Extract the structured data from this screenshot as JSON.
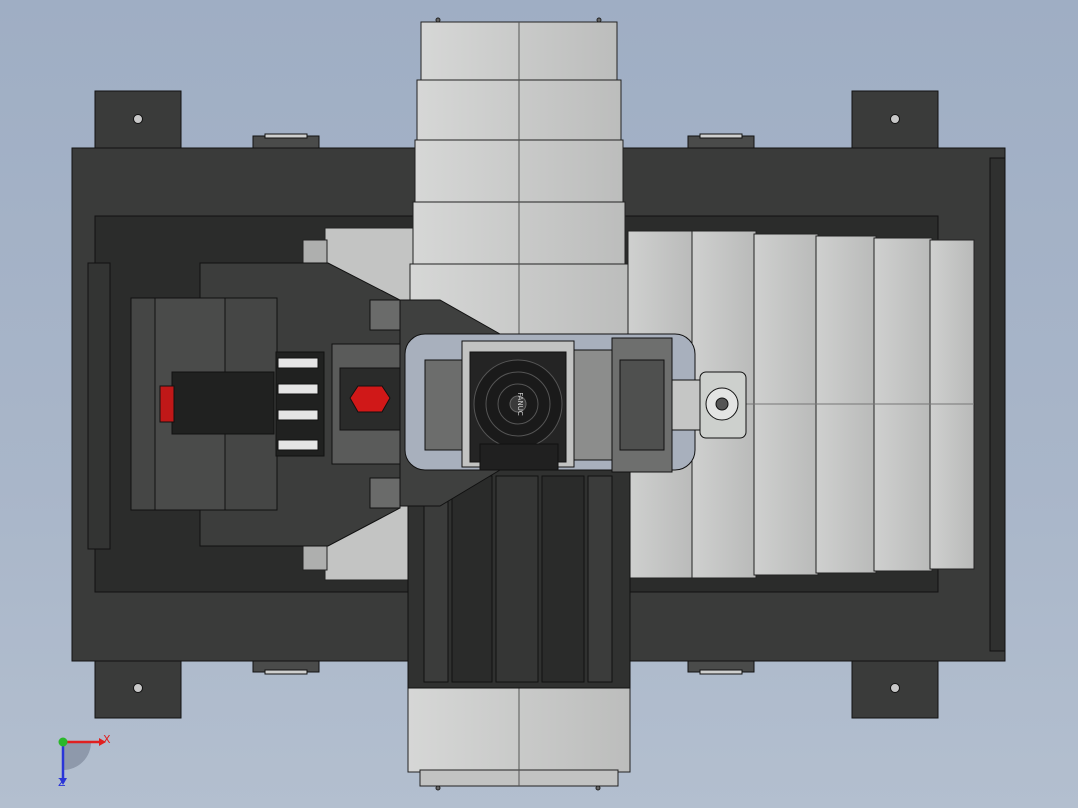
{
  "viewport": {
    "background_top": "#9faec4",
    "background_bottom": "#b3bfcf"
  },
  "model": {
    "spindle_motor_label": "FANUC",
    "colors": {
      "base_dark": "#3a3b3a",
      "base_darker": "#2b2c2b",
      "cover_light": "#c9cac9",
      "cover_mid": "#b7b8b7",
      "bearing_red": "#d01818",
      "fan": "#242424"
    }
  },
  "triad": {
    "x_label": "X",
    "z_label": "Z",
    "x_color": "#e02020",
    "y_color": "#2ab82a",
    "z_color": "#2a35d8"
  }
}
